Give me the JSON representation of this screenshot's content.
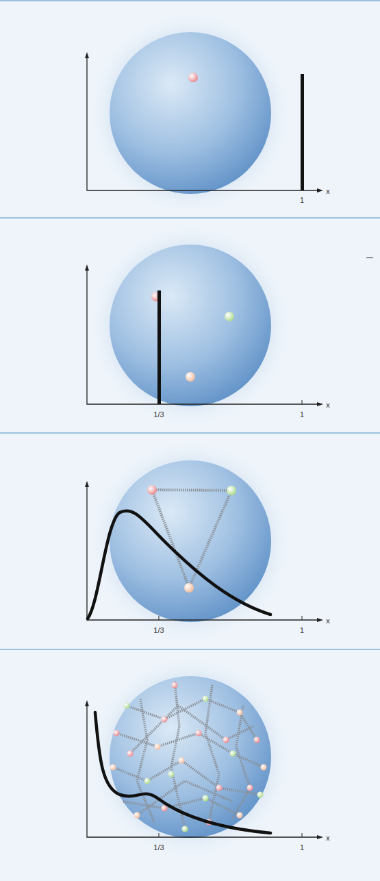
{
  "diagram": {
    "labels": [
      "1",
      "x",
      "1/3",
      "1",
      "x",
      "1/3",
      "1",
      "x",
      "1/3",
      "1",
      "x"
    ]
  }
}
